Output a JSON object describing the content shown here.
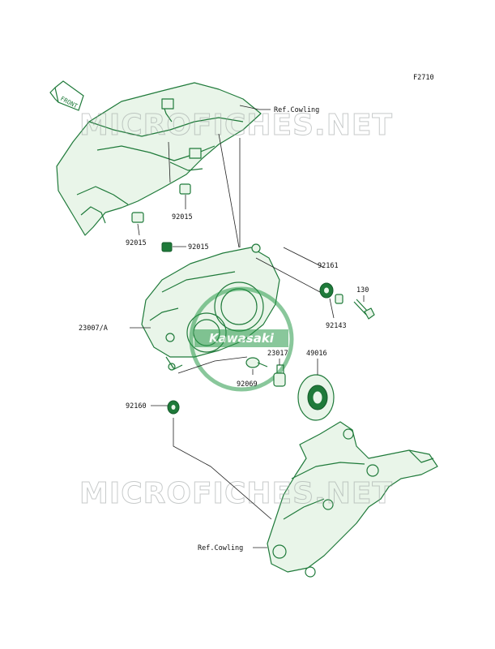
{
  "figure_id": "F2710",
  "front_label": "FRONT",
  "logo_text": "Kawasaki",
  "watermarks": [
    "MICROFICHES.NET",
    "MICROFICHES.NET"
  ],
  "callouts": {
    "ref_cowling_top": "Ref.Cowling",
    "ref_cowling_bottom": "Ref.Cowling",
    "p92015_a": "92015",
    "p92015_b": "92015",
    "p92015_c": "92015",
    "p92161": "92161",
    "p130": "130",
    "p92143": "92143",
    "p23007": "23007/A",
    "p23017": "23017",
    "p49016": "49016",
    "p92069": "92069",
    "p92160": "92160"
  },
  "colors": {
    "part_line": "#1f7a3a",
    "part_fill": "#e9f5e9",
    "watermark": "#9aa0a0"
  }
}
